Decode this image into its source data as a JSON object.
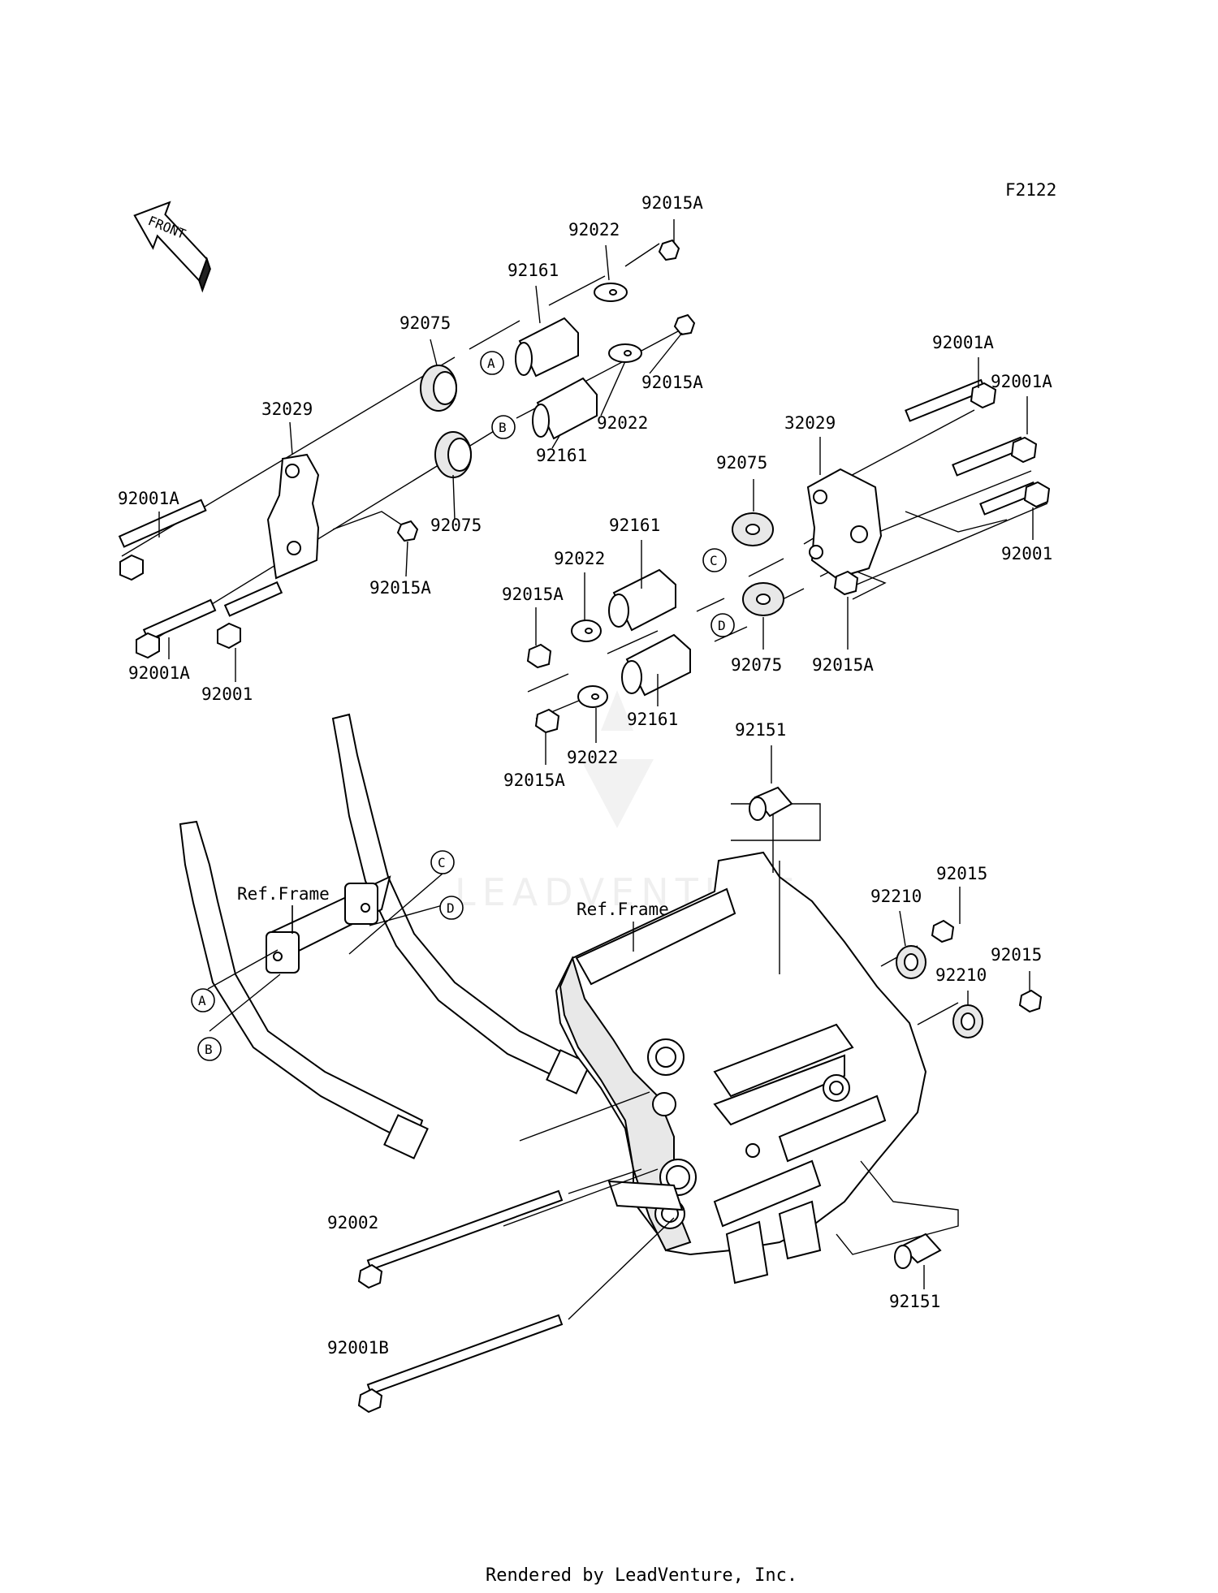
{
  "figure_id": "F2122",
  "direction_label": "FRONT",
  "watermark": "LEADVENTURE",
  "footer": "Rendered by LeadVenture, Inc.",
  "ref_frame": "Ref.Frame",
  "callouts": {
    "a": "A",
    "b": "B",
    "c": "C",
    "d": "D"
  },
  "parts": {
    "p01": "92015A",
    "p02": "92022",
    "p03": "92161",
    "p04": "92075",
    "p05": "92015A",
    "p06": "92022",
    "p07": "92161",
    "p08": "32029",
    "p09": "92075",
    "p10": "92001A",
    "p11": "92015A",
    "p12": "92001A",
    "p13": "92001",
    "p14": "92001A",
    "p15": "92001A",
    "p16": "32029",
    "p17": "92075",
    "p18": "92001",
    "p19": "92161",
    "p20": "92022",
    "p21": "92015A",
    "p22": "92075",
    "p23": "92015A",
    "p24": "92161",
    "p25": "92022",
    "p26": "92015A",
    "p27": "92151",
    "p28": "92015",
    "p29": "92210",
    "p30": "92015",
    "p31": "92210",
    "p32": "92002",
    "p33": "92151",
    "p34": "92001B"
  }
}
